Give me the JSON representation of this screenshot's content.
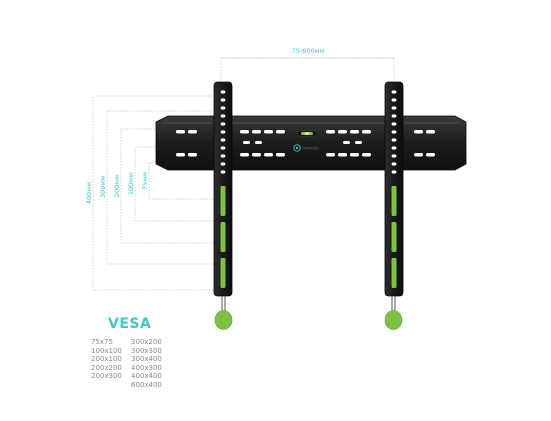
{
  "dimensions": {
    "width_label": "75-600мм",
    "height_labels": [
      "400мм",
      "300мм",
      "200мм",
      "100мм",
      "75мм"
    ]
  },
  "product": {
    "brand": "ONKRON",
    "icon": "level-bubble-icon"
  },
  "vesa": {
    "title": "VESA",
    "col1": [
      "75x75",
      "100x100",
      "200x100",
      "200x200",
      "200x300"
    ],
    "col2": [
      "300x200",
      "300x300",
      "300x400",
      "400x300",
      "400x400",
      "600x400"
    ]
  },
  "colors": {
    "accent": "#3ec8c8",
    "green": "#7dc242",
    "metal": "#1e1e1e"
  }
}
